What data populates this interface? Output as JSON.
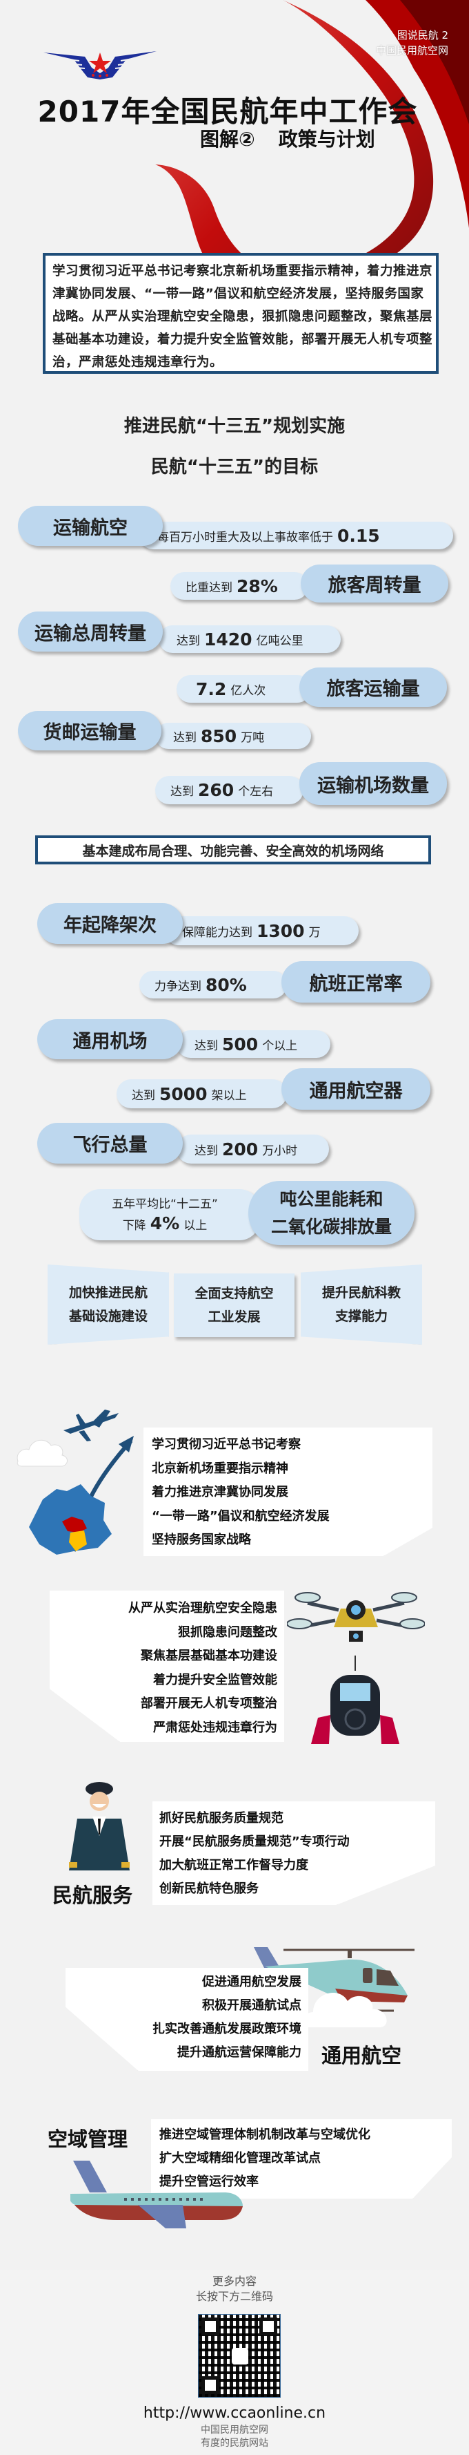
{
  "header": {
    "source_line1": "图说民航 2",
    "source_line2": "中国民用航空网",
    "title": "2017年全国民航年中工作会",
    "subtitle_part": "图解②",
    "subtitle_topic": "政策与计划"
  },
  "intro": "学习贯彻习近平总书记考察北京新机场重要指示精神，着力推进京津冀协同发展、“一带一路”倡议和航空经济发展，坚持服务国家战略。从严从实治理航空安全隐患，狠抓隐患问题整改，聚焦基层基础基本功建设，着力提升安全监管效能，部署开展无人机专项整治，严肃惩处违规违章行为。",
  "section": {
    "heading1": "推进民航“十三五”规划实施",
    "heading2": "民航“十三五”的目标"
  },
  "goals": [
    {
      "label": "运输航空",
      "pre": "每百万小时重大及以上事故率低于",
      "value": "0.15",
      "post": ""
    },
    {
      "label": "旅客周转量",
      "pre": "比重达到",
      "value": "28%",
      "post": ""
    },
    {
      "label": "运输总周转量",
      "pre": "达到",
      "value": "1420",
      "post": "亿吨公里"
    },
    {
      "label": "旅客运输量",
      "pre": "",
      "value": "7.2",
      "post": "亿人次"
    },
    {
      "label": "货邮运输量",
      "pre": "达到",
      "value": "850",
      "post": "万吨"
    },
    {
      "label": "运输机场数量",
      "pre": "达到",
      "value": "260",
      "post": "个左右"
    },
    {
      "label": "年起降架次",
      "pre": "保障能力达到",
      "value": "1300",
      "post": "万"
    },
    {
      "label": "航班正常率",
      "pre": "力争达到",
      "value": "80%",
      "post": ""
    },
    {
      "label": "通用机场",
      "pre": "达到",
      "value": "500",
      "post": "个以上"
    },
    {
      "label": "通用航空器",
      "pre": "达到",
      "value": "5000",
      "post": "架以上"
    },
    {
      "label": "飞行总量",
      "pre": "达到",
      "value": "200",
      "post": "万小时"
    }
  ],
  "network": "基本建成布局合理、功能完善、安全高效的机场网络",
  "energy": {
    "label_line1": "吨公里能耗和",
    "label_line2": "二氧化碳排放量",
    "line1": "五年平均比“十二五”",
    "pre": "下降",
    "value": "4%",
    "post": "以上"
  },
  "panels": [
    {
      "line1": "加快推进民航",
      "line2": "基础设施建设"
    },
    {
      "line1": "全面支持航空",
      "line2": "工业发展"
    },
    {
      "line1": "提升民航科教",
      "line2": "支撑能力"
    }
  ],
  "strategy": [
    "学习贯彻习近平总书记考察",
    "北京新机场重要指示精神",
    "着力推进京津冀协同发展",
    "“一带一路”倡议和航空经济发展",
    "坚持服务国家战略"
  ],
  "safety": [
    "从严从实治理航空安全隐患",
    "狠抓隐患问题整改",
    "聚焦基层基础基本功建设",
    "着力提升安全监管效能",
    "部署开展无人机专项整治",
    "严肃惩处违规违章行为"
  ],
  "service": {
    "label": "民航服务",
    "items": [
      "抓好民航服务质量规范",
      "开展“民航服务质量规范”专项行动",
      "加大航班正常工作督导力度",
      "创新民航特色服务"
    ]
  },
  "general_aviation": {
    "label": "通用航空",
    "items": [
      "促进通用航空发展",
      "积极开展通航试点",
      "扎实改善通航发展政策环境",
      "提升通航运营保障能力"
    ]
  },
  "airspace": {
    "label": "空域管理",
    "items": [
      "推进空域管理体制机制改革与空域优化",
      "扩大空域精细化管理改革试点",
      "提升空管运行效率"
    ]
  },
  "footer": {
    "more": "更多内容",
    "hint": "长按下方二维码",
    "url": "http://www.ccaonline.cn",
    "site": "中国民用航空网",
    "slogan": "有度的民航网站"
  },
  "colors": {
    "pill_dark": "#bdd7ee",
    "pill_light": "#ddebf7",
    "border": "#1f4e79",
    "ribbon": "#c00000",
    "background": "#f2f2f2"
  }
}
